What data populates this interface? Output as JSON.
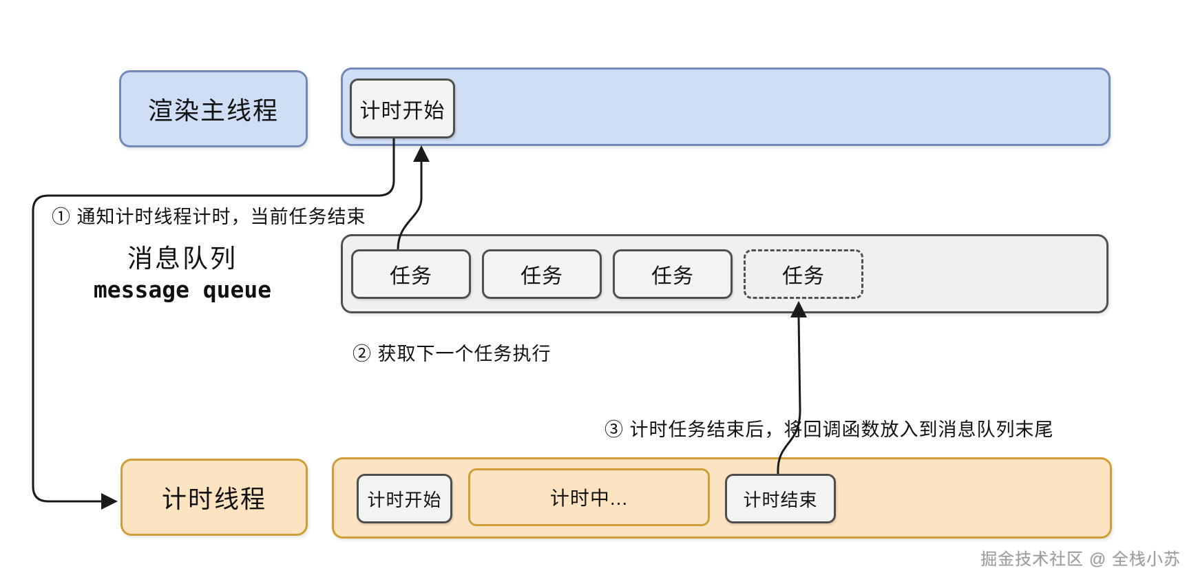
{
  "main_thread": {
    "label": "渲染主线程",
    "boxes": {
      "timing_start": "计时开始"
    }
  },
  "message_queue": {
    "label_line1": "消息队列",
    "label_line2": "message queue",
    "tasks": [
      "任务",
      "任务",
      "任务",
      "任务"
    ]
  },
  "timer_thread": {
    "label": "计时线程",
    "boxes": {
      "timing_start": "计时开始",
      "timing_running": "计时中...",
      "timing_end": "计时结束"
    }
  },
  "annotations": {
    "step1": "① 通知计时线程计时，当前任务结束",
    "step2": "② 获取下一个任务执行",
    "step3": "③ 计时任务结束后，将回调函数放入到消息队列末尾"
  },
  "watermark": "掘金技术社区 @ 全栈小苏",
  "colors": {
    "blue_fill": "#cfddf5",
    "blue_border": "#7289b7",
    "gray_fill": "#f0f0ee",
    "gray_border": "#4f4f4f",
    "chip_fill": "#f3f3f1",
    "chip_border": "#4e4e4e",
    "orange_fill": "#fce4c3",
    "orange_border": "#cf9d35",
    "arrow": "#1a1a1a"
  }
}
